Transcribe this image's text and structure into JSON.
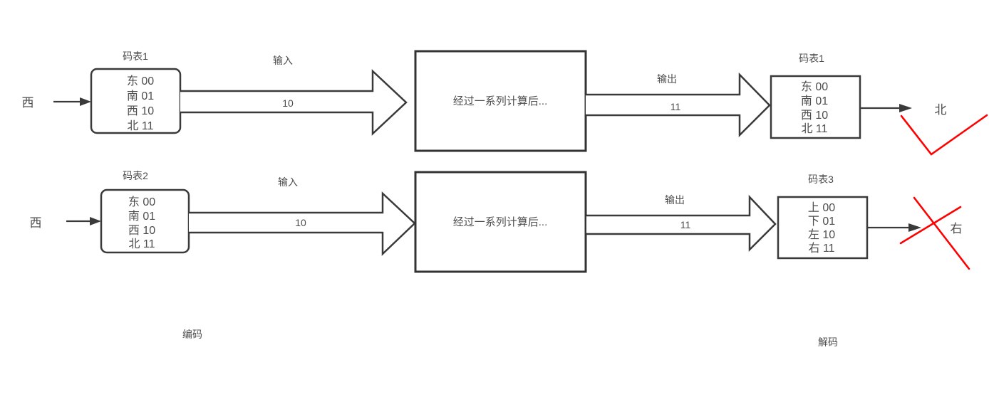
{
  "colors": {
    "line": "#3a3a3a",
    "text": "#4d4d4d",
    "mark_red": "#ff0000",
    "background": "#ffffff"
  },
  "footer": {
    "encode_label": "编码",
    "decode_label": "解码"
  },
  "rows": [
    {
      "input_char": "西",
      "left_table": {
        "title": "码表1",
        "rows": [
          "东 00",
          "南 01",
          "西 10",
          "北 11"
        ]
      },
      "input_arrow": {
        "label": "输入",
        "value": "10"
      },
      "process_label": "经过一系列计算后...",
      "output_arrow": {
        "label": "输出",
        "value": "11"
      },
      "right_table": {
        "title": "码表1",
        "rows": [
          "东 00",
          "南 01",
          "西 10",
          "北 11"
        ]
      },
      "output_char": "北",
      "result_mark": "check"
    },
    {
      "input_char": "西",
      "left_table": {
        "title": "码表2",
        "rows": [
          "东 00",
          "南 01",
          "西 10",
          "北 11"
        ]
      },
      "input_arrow": {
        "label": "输入",
        "value": "10"
      },
      "process_label": "经过一系列计算后...",
      "output_arrow": {
        "label": "输出",
        "value": "11"
      },
      "right_table": {
        "title": "码表3",
        "rows": [
          "上 00",
          "下 01",
          "左 10",
          "右 11"
        ]
      },
      "output_char": "右",
      "result_mark": "cross"
    }
  ]
}
